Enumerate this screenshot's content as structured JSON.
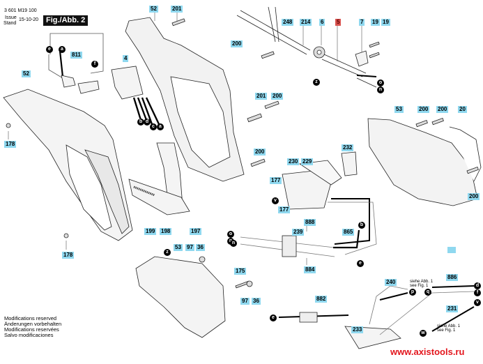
{
  "header": {
    "part_number": "3 601 M19 100",
    "issue_label_line1": "Issue",
    "issue_label_line2": "Stand",
    "issue_date": "15-10-20",
    "figure_title": "Fig./Abb. 2"
  },
  "footer": {
    "lines": [
      "Modifications reserved",
      "Änderungen vorbehalten",
      "Modifications reservées",
      "Salvo modificaciones"
    ],
    "website": "www.axistools.ru"
  },
  "colors": {
    "label_bg": "#8fd8ef",
    "highlight_label_bg": "#d9534f",
    "website": "#e3161d",
    "figure_box": "#111111"
  },
  "part_labels": [
    {
      "id": "52a",
      "text": "52"
    },
    {
      "id": "201a",
      "text": "201"
    },
    {
      "id": "248",
      "text": "248"
    },
    {
      "id": "214",
      "text": "214"
    },
    {
      "id": "6",
      "text": "6"
    },
    {
      "id": "5",
      "text": "5",
      "highlight": true
    },
    {
      "id": "7",
      "text": "7"
    },
    {
      "id": "19a",
      "text": "19"
    },
    {
      "id": "19b",
      "text": "19"
    },
    {
      "id": "811",
      "text": "811"
    },
    {
      "id": "52b",
      "text": "52"
    },
    {
      "id": "4",
      "text": "4"
    },
    {
      "id": "200a",
      "text": "200"
    },
    {
      "id": "201b",
      "text": "201"
    },
    {
      "id": "200b",
      "text": "200"
    },
    {
      "id": "53a",
      "text": "53"
    },
    {
      "id": "200c",
      "text": "200"
    },
    {
      "id": "200d",
      "text": "200"
    },
    {
      "id": "20",
      "text": "20"
    },
    {
      "id": "178a",
      "text": "178"
    },
    {
      "id": "200e",
      "text": "200"
    },
    {
      "id": "232",
      "text": "232"
    },
    {
      "id": "230",
      "text": "230"
    },
    {
      "id": "229",
      "text": "229"
    },
    {
      "id": "177a",
      "text": "177"
    },
    {
      "id": "200f",
      "text": "200"
    },
    {
      "id": "177b",
      "text": "177"
    },
    {
      "id": "199",
      "text": "199"
    },
    {
      "id": "198",
      "text": "198"
    },
    {
      "id": "197",
      "text": "197"
    },
    {
      "id": "888",
      "text": "888"
    },
    {
      "id": "239",
      "text": "239"
    },
    {
      "id": "865",
      "text": "865"
    },
    {
      "id": "884",
      "text": "884"
    },
    {
      "id": "178b",
      "text": "178"
    },
    {
      "id": "53b",
      "text": "53"
    },
    {
      "id": "97a",
      "text": "97"
    },
    {
      "id": "36a",
      "text": "36"
    },
    {
      "id": "175",
      "text": "175"
    },
    {
      "id": "97b",
      "text": "97"
    },
    {
      "id": "36b",
      "text": "36"
    },
    {
      "id": "240",
      "text": "240"
    },
    {
      "id": "886",
      "text": "886"
    },
    {
      "id": "882",
      "text": "882"
    },
    {
      "id": "231",
      "text": "231"
    },
    {
      "id": "233",
      "text": "233"
    }
  ],
  "wire_tags": {
    "e_top": "e",
    "a_top": "a",
    "f_top": "f",
    "b1": "b",
    "d1": "d",
    "c1": "c",
    "a1": "a",
    "z_top": "z",
    "o_top": "o",
    "n_top": "n",
    "v_mid": "v",
    "b_mid": "b",
    "o_mid": "o",
    "n_mid": "n",
    "e_mid": "e",
    "z_bot": "z",
    "n_bot": "n",
    "p": "p",
    "q": "q",
    "d_bot": "d",
    "f_bot": "f",
    "v_bot": "v",
    "w": "w",
    "e_bot": "e"
  },
  "notes": {
    "see_fig_de": "siehe Abb. 1",
    "see_fig_en": "see Fig. 1"
  }
}
